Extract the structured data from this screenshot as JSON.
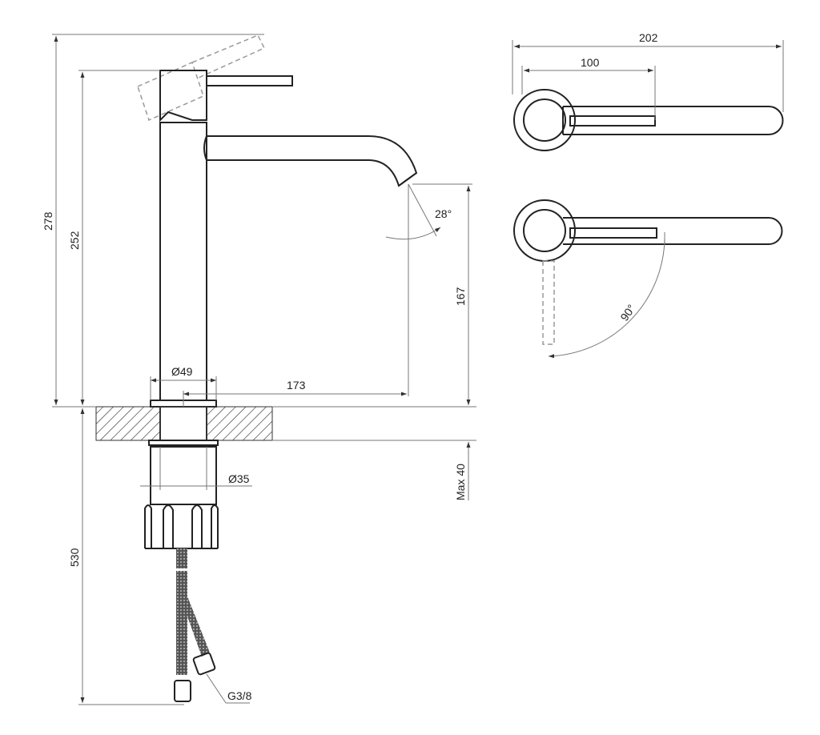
{
  "drawing": {
    "side_view": {
      "dimensions": {
        "total_height": "278",
        "body_height": "252",
        "outlet_height": "167",
        "spout_angle": "28°",
        "body_diameter": "Ø49",
        "spout_reach": "173",
        "shank_diameter": "Ø35",
        "max_counter_thickness": "Max 40",
        "hose_length": "530",
        "hose_thread": "G3/8"
      }
    },
    "top_view": {
      "dimensions": {
        "overall_length": "202",
        "lever_slot_length": "100",
        "rotation_angle": "90°"
      }
    },
    "colors": {
      "line": "#222222",
      "dim_line": "#777777",
      "hidden": "#999999"
    }
  }
}
